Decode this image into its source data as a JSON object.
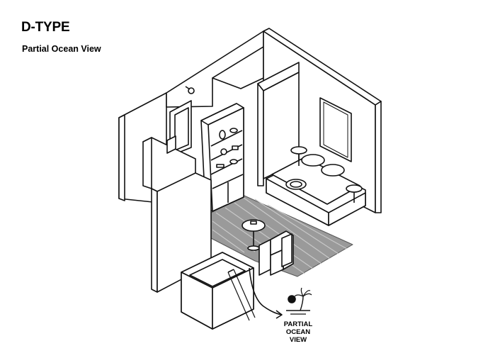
{
  "header": {
    "title": "D-TYPE",
    "subtitle": "Partial Ocean View"
  },
  "annotation": {
    "line1": "PARTIAL",
    "line2": "OCEAN",
    "line3": "VIEW",
    "icon": "sun-palm-icon"
  },
  "colors": {
    "ink": "#111111",
    "floor": "#9a9a9a",
    "wall": "#ffffff"
  }
}
